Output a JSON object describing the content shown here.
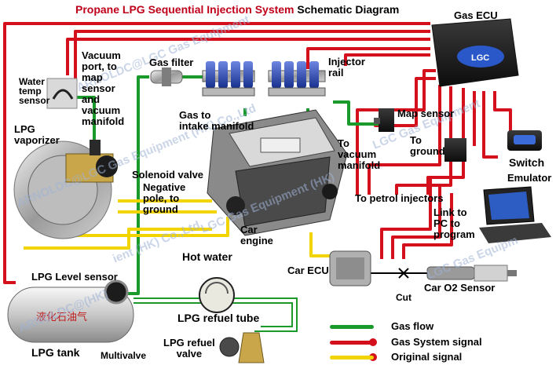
{
  "title": {
    "part1": "Propane LPG Sequential Injection System",
    "part2": " Schematic Diagram"
  },
  "labels": {
    "gas_ecu": "Gas ECU",
    "gas_filter": "Gas filter",
    "injector_rail": "Injector\nrail",
    "vacuum_port": "Vacuum\nport, to\nmap\nsensor\nand\nvacuum\nmanifold",
    "water_temp_sensor": "Water\ntemp\nsensor",
    "lpg_vaporizer": "LPG\nvaporizer",
    "gas_to_intake": "Gas to\nintake manifold",
    "map_sensor": "Map sensor",
    "to_vacuum_manifold": "To\nvacuum\nmanifold",
    "to_ground": "To\nground",
    "switch": "Switch",
    "emulator": "Emulator",
    "solenoid_valve": "Solenoid valve",
    "negative_pole": "Negative\npole, to\nground",
    "to_petrol_injectors": "To petrol injectors",
    "car_engine": "Car\nengine",
    "link_to_pc": "Link to\nPC to\nprogram",
    "hot_water": "Hot water",
    "car_ecu": "Car ECU",
    "car_o2_sensor": "Car O2 Sensor",
    "cut": "Cut",
    "lpg_level_sensor": "LPG Level sensor",
    "lpg_refuel_tube": "LPG refuel tube",
    "lpg_refuel_valve": "LPG refuel\nvalve",
    "lpg_tank": "LPG tank",
    "multivalve": "Multivalve",
    "tank_marking": "液化石油气",
    "ecu_logo": "LGC"
  },
  "legend": [
    {
      "label": "Gas flow",
      "kind": "flow"
    },
    {
      "label": "Gas System signal",
      "kind": "sig"
    },
    {
      "label": "Original signal",
      "kind": "orig"
    }
  ],
  "watermarks": [
    "ARNOLDC@LGC Gas Equipment",
    "LGC Gas Equipment",
    "ARNOLDC@LGC Gas Equipment (HK) Co.,Ltd",
    "ient (HK) Co.,Ltd",
    "LGC Gas Equipm",
    "ARNOLDC@(HK)",
    "LGC Gas Equipment (HK)"
  ],
  "colors": {
    "gas_flow": "#1a9a2a",
    "gas_signal": "#d4101c",
    "original_signal": "#f2d400",
    "title_red": "#c0001a",
    "injector_blue": "#1f3fa8"
  }
}
